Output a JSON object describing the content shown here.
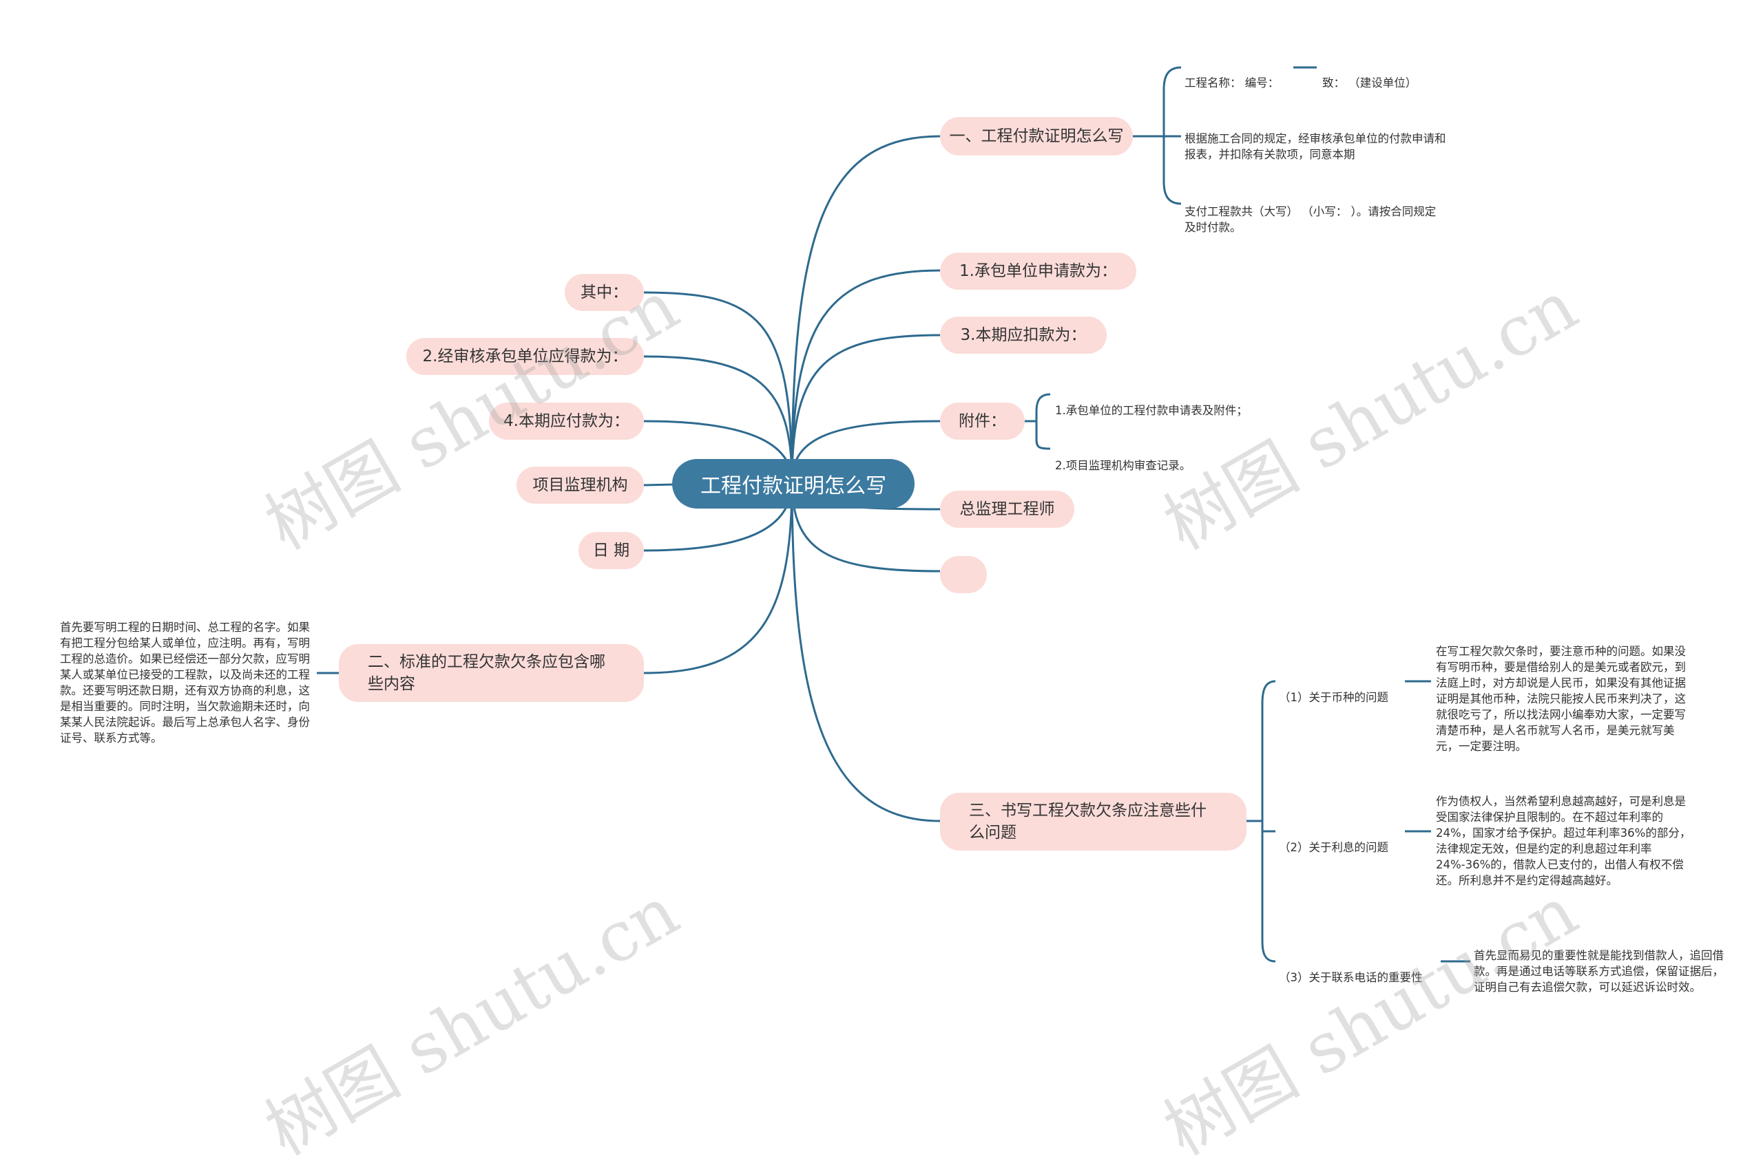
{
  "root": {
    "label": "工程付款证明怎么写"
  },
  "right": {
    "n1": {
      "label": "一、工程付款证明怎么写",
      "details": [
        "工程名称：  编号：",
        "致：  （建设单位）",
        "根据施工合同的规定，经审核承包单位的付款申请和报表，并扣除有关款项，同意本期",
        "支付工程款共（大写）  （小写：  ）。请按合同规定及时付款。"
      ]
    },
    "n2": {
      "label": "1.承包单位申请款为："
    },
    "n3": {
      "label": "3.本期应扣款为："
    },
    "n4": {
      "label": "附件：",
      "details": [
        "1.承包单位的工程付款申请表及附件；",
        "2.项目监理机构审查记录。"
      ]
    },
    "n5": {
      "label": "总监理工程师"
    },
    "n6": {
      "label": ""
    },
    "n7": {
      "label": "三、书写工程欠款欠条应注意些什么问题",
      "subs": [
        {
          "label": "（1）关于币种的问题",
          "detail": "在写工程欠款欠条时，要注意币种的问题。如果没有写明币种，要是借给别人的是美元或者欧元，到法庭上时，对方却说是人民币，如果没有其他证据证明是其他币种，法院只能按人民币来判决了，这就很吃亏了，所以找法网小编奉劝大家，一定要写清楚币种，是人名币就写人名币，是美元就写美元，一定要注明。"
        },
        {
          "label": "（2）关于利息的问题",
          "detail": "作为债权人，当然希望利息越高越好，可是利息是受国家法律保护且限制的。在不超过年利率的24%，国家才给予保护。超过年利率36%的部分，法律规定无效，但是约定的利息超过年利率24%-36%的，借款人已支付的，出借人有权不偿还。所利息并不是约定得越高越好。"
        },
        {
          "label": "（3）关于联系电话的重要性",
          "detail": "首先显而易见的重要性就是能找到借款人，追回借款。再是通过电话等联系方式追偿，保留证据后，证明自己有去追偿欠款，可以延迟诉讼时效。"
        }
      ]
    }
  },
  "left": {
    "l1": {
      "label": "其中："
    },
    "l2": {
      "label": "2.经审核承包单位应得款为："
    },
    "l3": {
      "label": "4.本期应付款为："
    },
    "l4": {
      "label": "项目监理机构"
    },
    "l5": {
      "label": "日 期"
    },
    "l6": {
      "label": "二、标准的工程欠款欠条应包含哪些内容",
      "detail": "首先要写明工程的日期时间、总工程的名字。如果有把工程分包给某人或单位，应注明。再有，写明工程的总造价。如果已经偿还一部分欠款，应写明某人或某单位已接受的工程款，以及尚未还的工程款。还要写明还款日期，还有双方协商的利息，这是相当重要的。同时注明，当欠款逾期未还时，向某某人民法院起诉。最后写上总承包人名字、身份证号、联系方式等。"
    }
  },
  "watermark": "树图 shutu.cn",
  "colors": {
    "line": "#2e6a8e",
    "node": "#fbdcd9",
    "root": "#3d7aa0"
  }
}
